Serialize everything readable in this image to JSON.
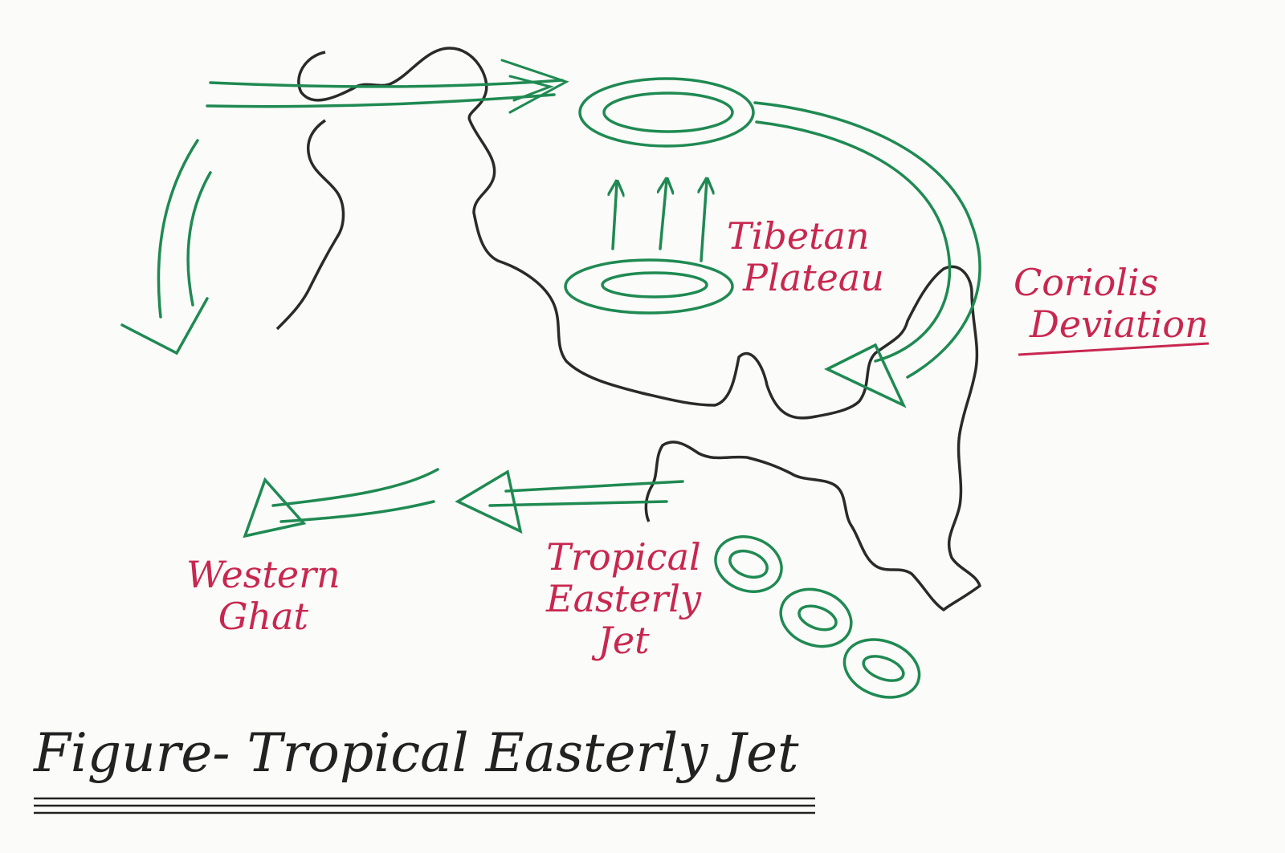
{
  "labels": {
    "tibetan_plateau": [
      "Tibetan",
      "Plateau"
    ],
    "coriolis_deviation": [
      "Coriolis",
      "Deviation"
    ],
    "tropical_easterly_jet": [
      "Tropical",
      "Easterly",
      "Jet"
    ],
    "western_ghat": [
      "Western",
      "Ghat"
    ]
  },
  "caption": "Figure- Tropical Easterly Jet",
  "colors": {
    "wind_arrows": "#1f8a52",
    "outline": "#2a2a2a",
    "labels": "#c8274f",
    "caption": "#222222"
  }
}
